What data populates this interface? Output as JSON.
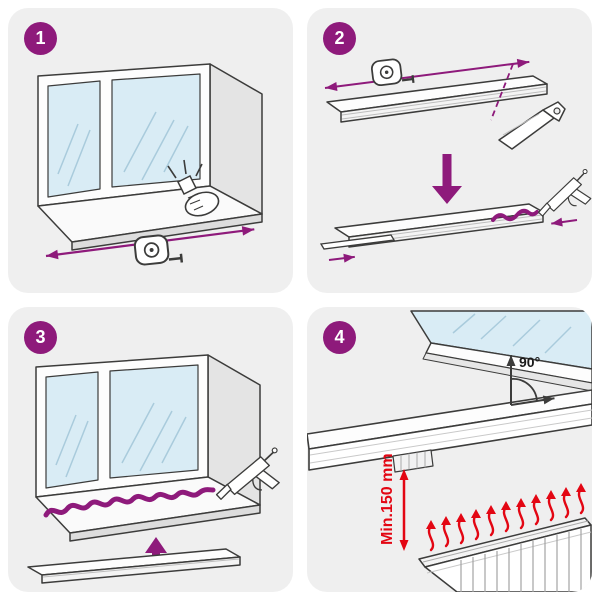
{
  "document": {
    "kind": "windowsill-installation-instructions",
    "panel_count": 4
  },
  "colors": {
    "accent_purple": "#8E1A7B",
    "warning_red": "#E30613",
    "line_dark": "#3C3C3B",
    "glass_blue": "#D9ECF5",
    "panel_background": "#EFEFEF"
  },
  "steps": [
    {
      "number": "1",
      "icons": [
        "window",
        "windowsill-recess",
        "width-measurement-arrow",
        "marking-hand-icon",
        "tape-measure-icon"
      ]
    },
    {
      "number": "2",
      "icons": [
        "windowsill-board",
        "length-measurement-arrow",
        "tape-measure-icon",
        "cut-line-dashed",
        "hand-saw-icon",
        "down-arrow",
        "adhesive-bead",
        "caulk-gun-icon",
        "end-strip",
        "left-arrow",
        "right-arrow"
      ]
    },
    {
      "number": "3",
      "icons": [
        "window",
        "adhesive-bead",
        "caulk-gun-icon",
        "insert-up-arrow",
        "windowsill-board"
      ]
    },
    {
      "number": "4",
      "icons": [
        "window",
        "installed-windowsill",
        "right-angle-arrows",
        "clearance-arrow",
        "radiator",
        "heat-arrows"
      ],
      "labels": {
        "angle": "90°",
        "min_clearance": "Min.150 mm"
      }
    }
  ]
}
